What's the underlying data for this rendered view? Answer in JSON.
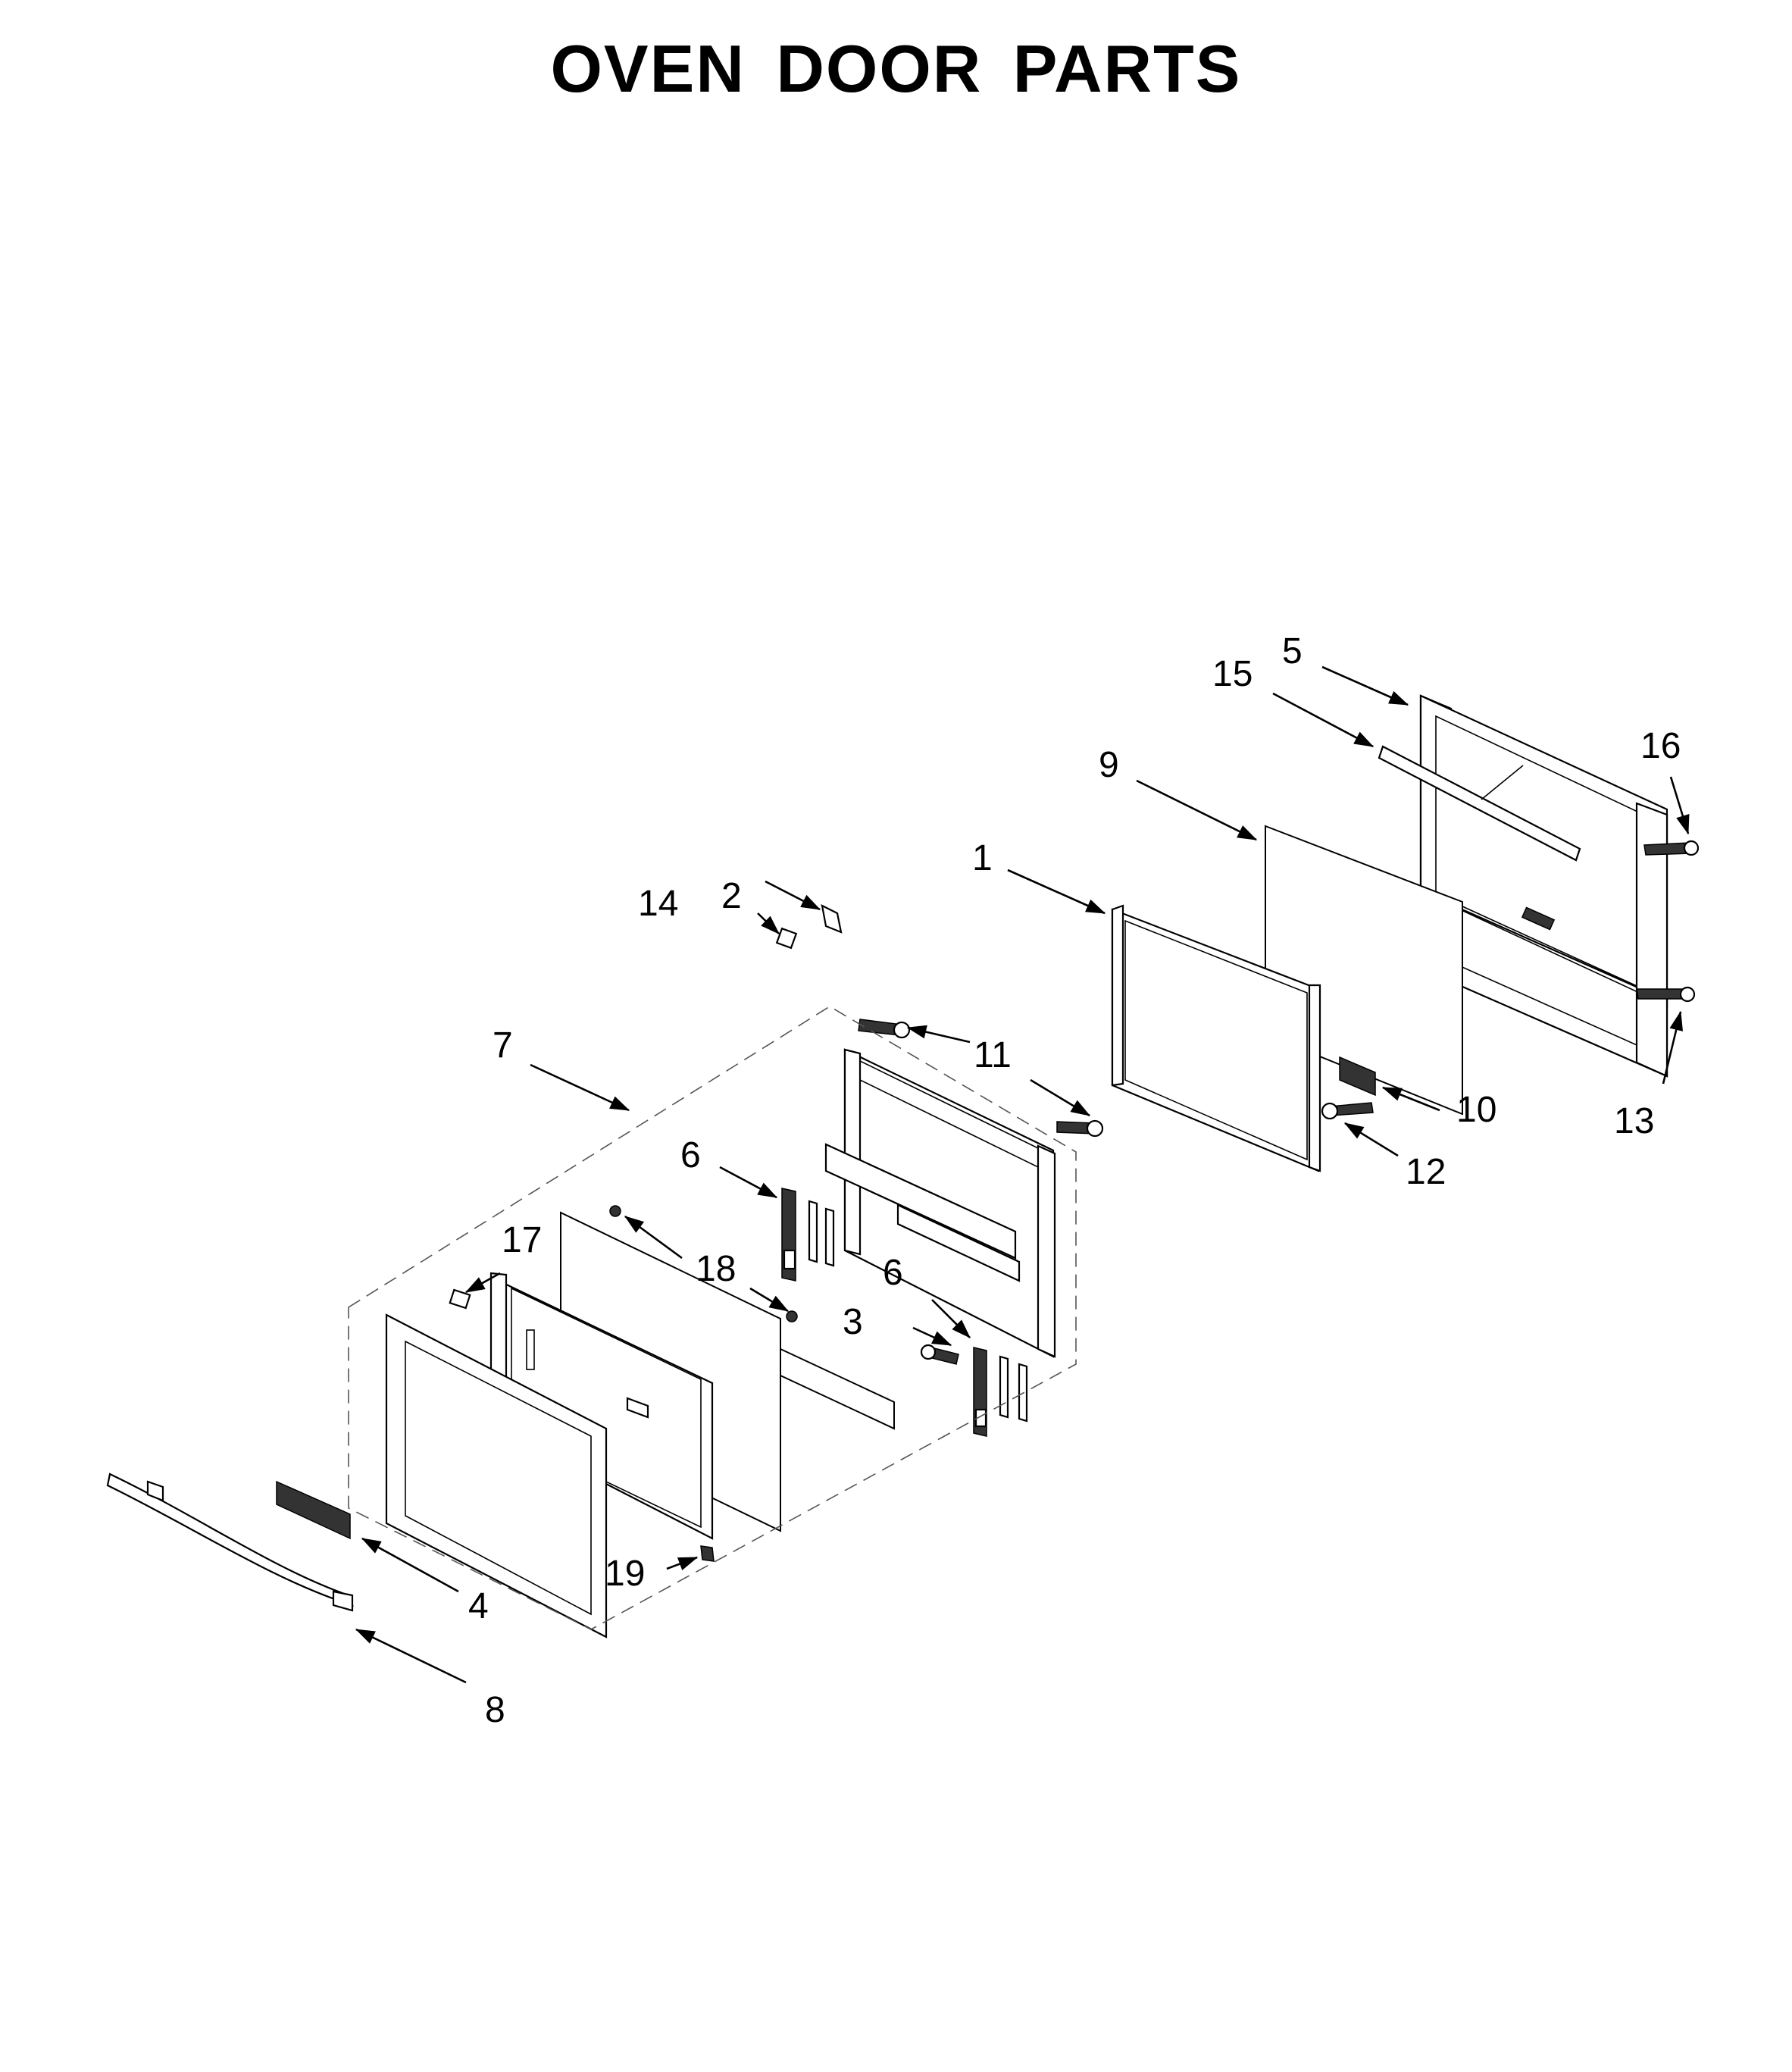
{
  "title": "OVEN DOOR PARTS",
  "callouts": [
    {
      "id": "c1",
      "label": "1"
    },
    {
      "id": "c2",
      "label": "2"
    },
    {
      "id": "c3",
      "label": "3"
    },
    {
      "id": "c4",
      "label": "4"
    },
    {
      "id": "c5",
      "label": "5"
    },
    {
      "id": "c6a",
      "label": "6"
    },
    {
      "id": "c6b",
      "label": "6"
    },
    {
      "id": "c7",
      "label": "7"
    },
    {
      "id": "c8",
      "label": "8"
    },
    {
      "id": "c9",
      "label": "9"
    },
    {
      "id": "c10",
      "label": "10"
    },
    {
      "id": "c11",
      "label": "11"
    },
    {
      "id": "c12",
      "label": "12"
    },
    {
      "id": "c13",
      "label": "13"
    },
    {
      "id": "c14",
      "label": "14"
    },
    {
      "id": "c15",
      "label": "15"
    },
    {
      "id": "c16",
      "label": "16"
    },
    {
      "id": "c17",
      "label": "17"
    },
    {
      "id": "c18",
      "label": "18"
    },
    {
      "id": "c19",
      "label": "19"
    }
  ],
  "colors": {
    "line": "#000000",
    "background": "#ffffff",
    "assembly_outline": "#555555"
  }
}
